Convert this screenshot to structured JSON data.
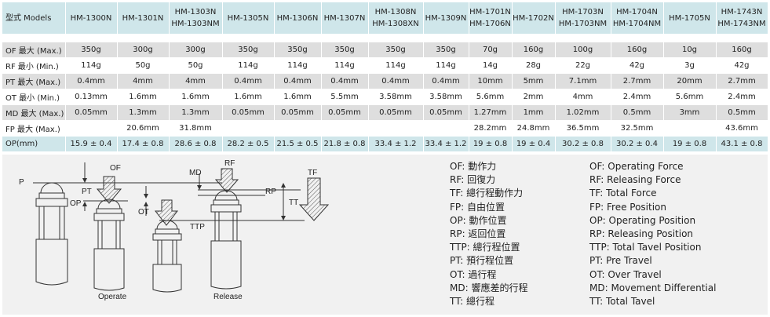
{
  "table": {
    "header_label": "型式 Models",
    "models": [
      [
        "HM-1300N"
      ],
      [
        "HM-1301N"
      ],
      [
        "HM-1303N",
        "HM-1303NM"
      ],
      [
        "HM-1305N"
      ],
      [
        "HM-1306N"
      ],
      [
        "HM-1307N"
      ],
      [
        "HM-1308N",
        "HM-1308XN"
      ],
      [
        "HM-1309N"
      ],
      [
        "HM-1701N",
        "HM-1706N"
      ],
      [
        "HM-1702N"
      ],
      [
        "HM-1703N",
        "HM-1703NM"
      ],
      [
        "HM-1704N",
        "HM-1704NM"
      ],
      [
        "HM-1705N"
      ],
      [
        "HM-1743N",
        "HM-1743NM"
      ]
    ],
    "rows": [
      {
        "label": "OF 最大 (Max.)",
        "values": [
          "350g",
          "300g",
          "300g",
          "350g",
          "350g",
          "350g",
          "350g",
          "350g",
          "70g",
          "160g",
          "100g",
          "160g",
          "10g",
          "160g"
        ]
      },
      {
        "label": "RF 最小 (Min.)",
        "values": [
          "114g",
          "50g",
          "50g",
          "114g",
          "114g",
          "114g",
          "114g",
          "114g",
          "14g",
          "28g",
          "22g",
          "42g",
          "3g",
          "42g"
        ]
      },
      {
        "label": "PT 最大 (Max.)",
        "values": [
          "0.4mm",
          "4mm",
          "4mm",
          "0.4mm",
          "0.4mm",
          "0.4mm",
          "0.4mm",
          "0.4mm",
          "10mm",
          "5mm",
          "7.1mm",
          "2.7mm",
          "20mm",
          "2.7mm"
        ]
      },
      {
        "label": "OT 最小 (Min.)",
        "values": [
          "0.13mm",
          "1.6mm",
          "1.6mm",
          "1.6mm",
          "1.6mm",
          "5.5mm",
          "3.58mm",
          "3.58mm",
          "5.6mm",
          "2mm",
          "4mm",
          "2.4mm",
          "5.6mm",
          "2.4mm"
        ]
      },
      {
        "label": "MD 最大 (Max.)",
        "values": [
          "0.05mm",
          "1.3mm",
          "1.3mm",
          "0.05mm",
          "0.05mm",
          "0.05mm",
          "0.05mm",
          "0.05mm",
          "1.27mm",
          "1mm",
          "1.02mm",
          "0.5mm",
          "3mm",
          "0.5mm"
        ]
      },
      {
        "label": "FP 最大 (Max.)",
        "values": [
          "",
          "20.6mm",
          "31.8mm",
          "",
          "",
          "",
          "",
          "",
          "28.2mm",
          "24.8mm",
          "36.5mm",
          "32.5mm",
          "",
          "43.6mm"
        ]
      },
      {
        "label": "OP(mm)",
        "values": [
          "15.9 ± 0.4",
          "17.4 ± 0.8",
          "28.6 ± 0.8",
          "28.2 ± 0.5",
          "21.5 ± 0.5",
          "21.8 ± 0.8",
          "33.4 ± 1.2",
          "33.4 ± 1.2",
          "19 ± 0.8",
          "19 ± 0.4",
          "30.2 ± 0.8",
          "30.2 ± 0.4",
          "19 ± 0.8",
          "43.1 ± 0.8"
        ]
      }
    ]
  },
  "diagram": {
    "labels": {
      "p": "P",
      "pt": "PT",
      "op": "OP",
      "of": "OF",
      "ot": "OT",
      "md": "MD",
      "rf": "RF",
      "rp": "RP",
      "tf": "TF",
      "tt": "TT",
      "ttp": "TTP",
      "operate": "Operate",
      "release": "Release"
    }
  },
  "legend": {
    "chinese": [
      "OF: 動作力",
      "RF: 回復力",
      "TF: 總行程動作力",
      "FP: 自由位置",
      "OP: 動作位置",
      "RP: 返回位置",
      "TTP: 總行程位置",
      "PT: 預行程位置",
      "OT: 過行程",
      "MD: 響應差的行程",
      "TT: 總行程"
    ],
    "english": [
      "OF: Operating Force",
      "RF: Releasing Force",
      "TF: Total Force",
      "FP: Free Position",
      "OP: Operating Position",
      "RP: Releasing Position",
      "TTP: Total Tavel Position",
      "PT:  Pre Travel",
      "OT: Over Travel",
      "MD:  Movement Differential",
      "TT: Total Tavel"
    ]
  }
}
